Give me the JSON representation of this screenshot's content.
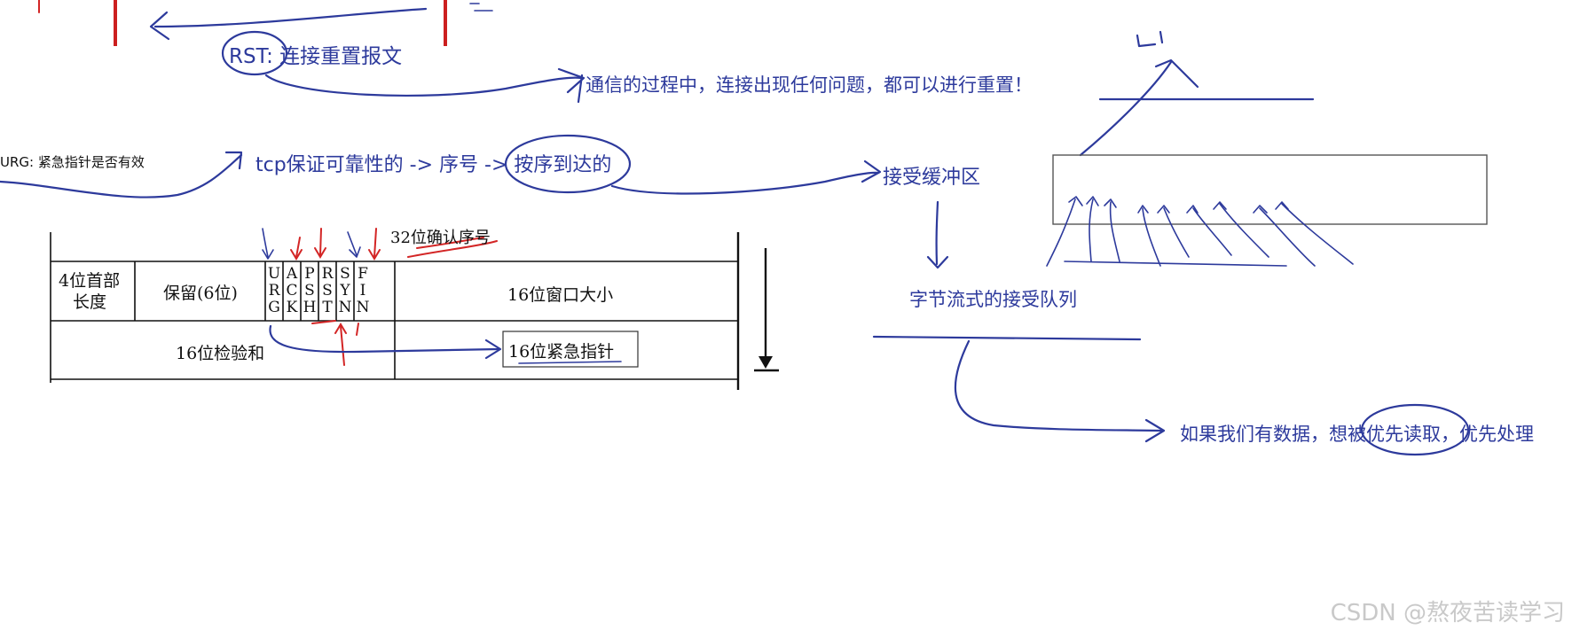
{
  "notes": {
    "rst": "RST: 连接重置报文",
    "reset": "通信的过程中，连接出现任何问题，都可以进行重置！",
    "urg": "URG: 紧急指针是否有效",
    "reliability": "tcp保证可靠性的 -> 序号 -> 按序到达的",
    "recv_buffer": "接受缓冲区",
    "byte_stream": "字节流式的接受队列",
    "priority": "如果我们有数据，想被优先读取，优先处理"
  },
  "header_table": {
    "top_label": "32位确认序号",
    "data_offset": [
      "4位首部",
      "长度"
    ],
    "reserved": "保留(6位)",
    "flags": [
      "URG",
      "ACK",
      "PSH",
      "RST",
      "SYN",
      "FIN"
    ],
    "window": "16位窗口大小",
    "checksum": "16位检验和",
    "urgent_pointer": "16位紧急指针"
  },
  "watermark": "CSDN @熬夜苦读学习"
}
